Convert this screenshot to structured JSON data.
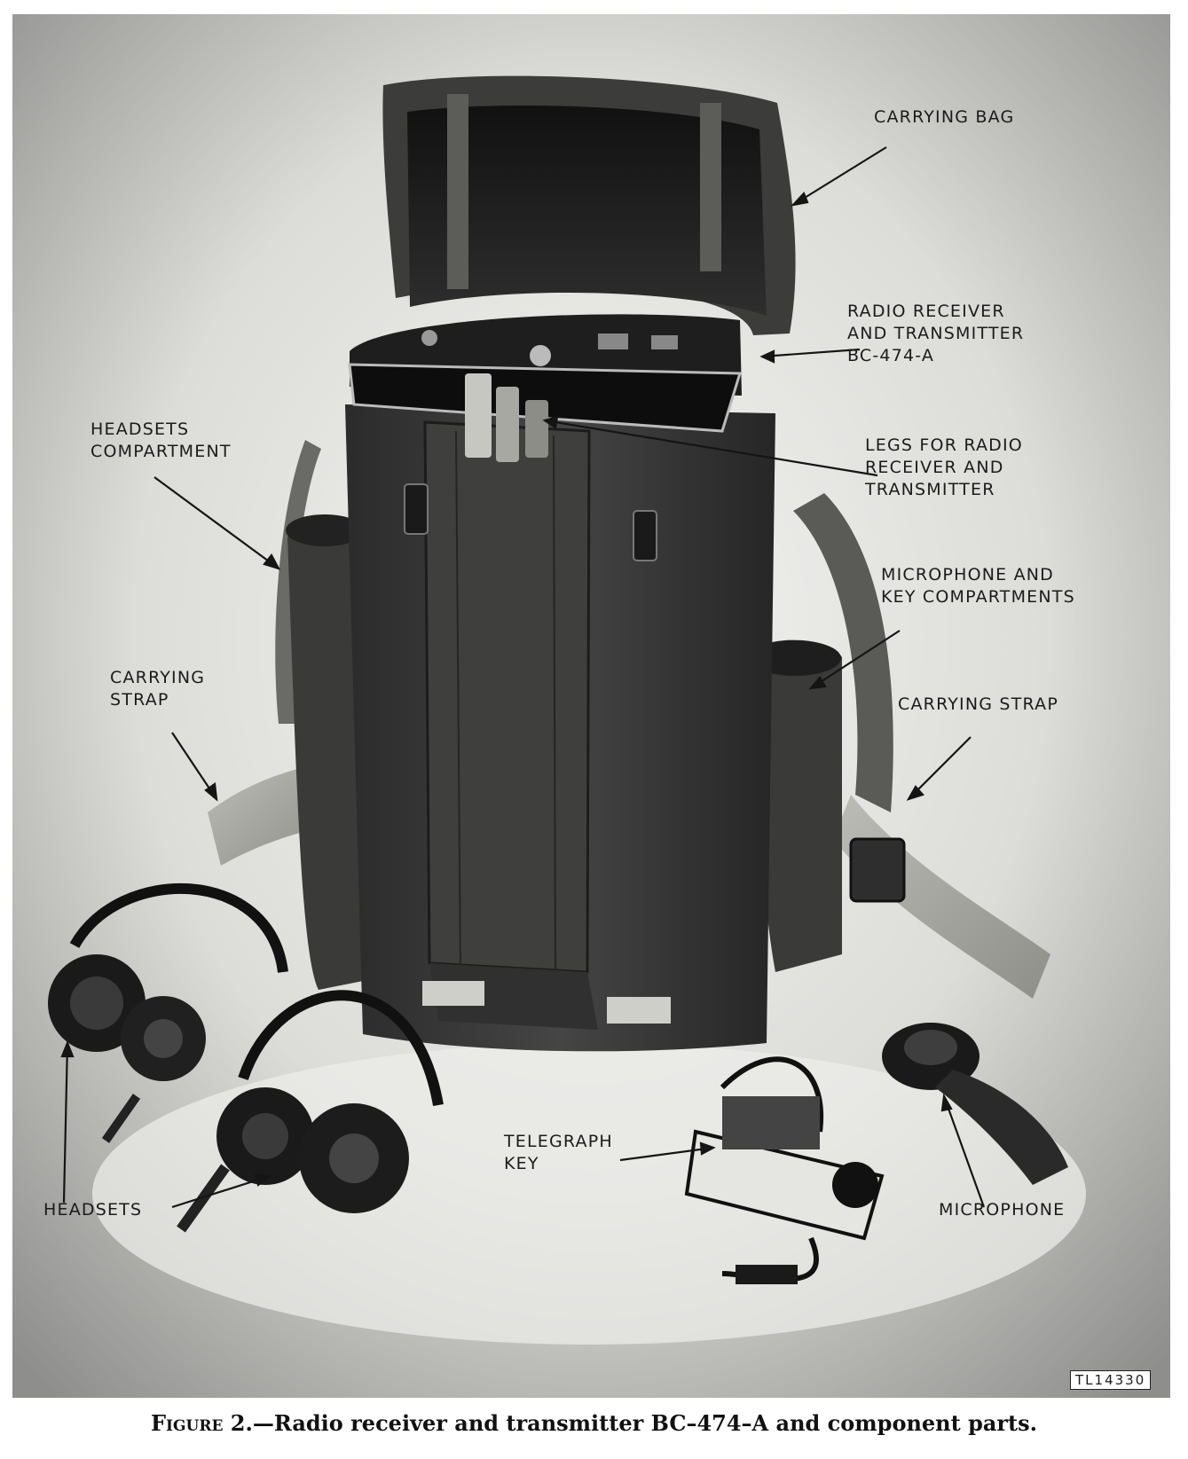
{
  "figure": {
    "labels": {
      "carrying_bag": [
        "CARRYING BAG"
      ],
      "radio_unit": [
        "RADIO RECEIVER",
        "AND TRANSMITTER",
        "BC-474-A"
      ],
      "headsets_compartment": [
        "HEADSETS",
        "COMPARTMENT"
      ],
      "legs": [
        "LEGS FOR RADIO",
        "RECEIVER AND",
        "TRANSMITTER"
      ],
      "mic_key_compartments": [
        "MICROPHONE AND",
        "KEY COMPARTMENTS"
      ],
      "carrying_strap_left": [
        "CARRYING",
        "STRAP"
      ],
      "carrying_strap_right": [
        "CARRYING STRAP"
      ],
      "headsets": [
        "HEADSETS"
      ],
      "telegraph_key": [
        "TELEGRAPH",
        "KEY"
      ],
      "microphone": [
        "MICROPHONE"
      ]
    },
    "photo_code": "TL14330"
  },
  "caption": {
    "label": "Figure 2.",
    "text": "—Radio receiver and transmitter BC–474–A and component parts."
  }
}
